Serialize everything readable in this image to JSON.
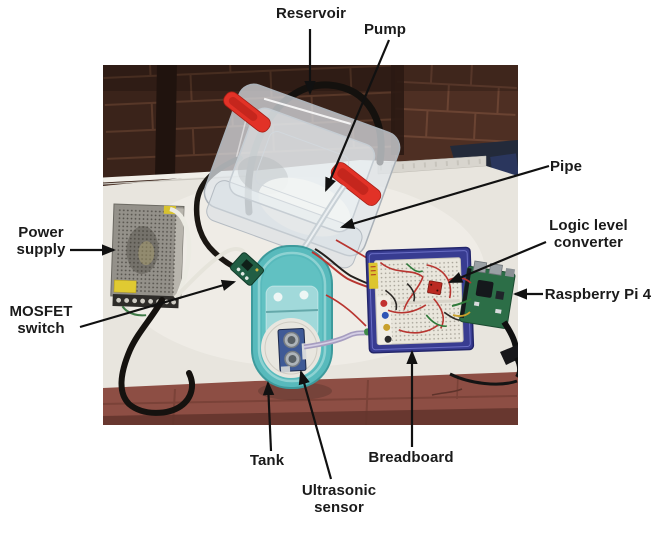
{
  "figure": {
    "title": "Annotated photograph of water-level control experimental setup",
    "labels": {
      "reservoir": {
        "lines": [
          "Reservoir"
        ]
      },
      "pump": {
        "lines": [
          "Pump"
        ]
      },
      "pipe": {
        "lines": [
          "Pipe"
        ]
      },
      "logic_level_converter": {
        "lines": [
          "Logic level",
          "converter"
        ]
      },
      "raspberry_pi": {
        "lines": [
          "Raspberry Pi 4"
        ]
      },
      "power_supply": {
        "lines": [
          "Power",
          "supply"
        ]
      },
      "mosfet_switch": {
        "lines": [
          "MOSFET",
          "switch"
        ]
      },
      "tank": {
        "lines": [
          "Tank"
        ]
      },
      "ultrasonic_sensor": {
        "lines": [
          "Ultrasonic",
          "sensor"
        ]
      },
      "breadboard": {
        "lines": [
          "Breadboard"
        ]
      }
    },
    "colors": {
      "page_bg": "#ffffff",
      "label_text": "#1a1a1a",
      "arrow_black": "#111111",
      "brick_wall": "#3a231a",
      "brick_wall_right": "#4e2f23",
      "brick_mortar": "#5b3a2a",
      "wood_beam": "#20130e",
      "chair_shadow": "#232a3a",
      "table_surface": "#e8e5de",
      "floor_tile": "#8d4e44",
      "floor_grout": "#7a4238",
      "floor_shadow": "#61342c",
      "psu_metal": "#94918a",
      "clip_red": "#e23227",
      "container_plastic": "#dde3e8",
      "tank_teal": "#58babc",
      "sensor_blue": "#3f5a96",
      "breadboard_blue": "#383c91",
      "breadboard_white": "#e9e6dc",
      "pi_green": "#2c6e47",
      "wire_red": "#b83530",
      "wire_white": "#ecebe3",
      "wire_black": "#1a1612"
    }
  }
}
